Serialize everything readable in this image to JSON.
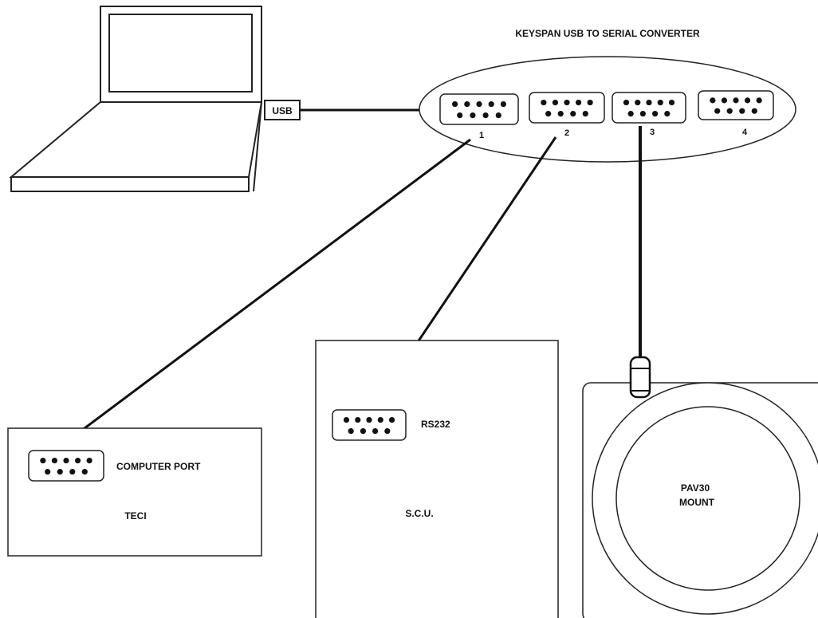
{
  "converter": {
    "title": "KEYSPAN USB TO SERIAL CONVERTER",
    "ports": [
      "1",
      "2",
      "3",
      "4"
    ]
  },
  "laptop": {
    "usb_label": "USB"
  },
  "teci": {
    "port_label": "COMPUTER PORT",
    "name": "TECI"
  },
  "scu": {
    "port_label": "RS232",
    "name": "S.C.U."
  },
  "mount": {
    "name_line1": "PAV30",
    "name_line2": "MOUNT"
  },
  "colors": {
    "line": "#111111",
    "background": "#ffffff"
  }
}
